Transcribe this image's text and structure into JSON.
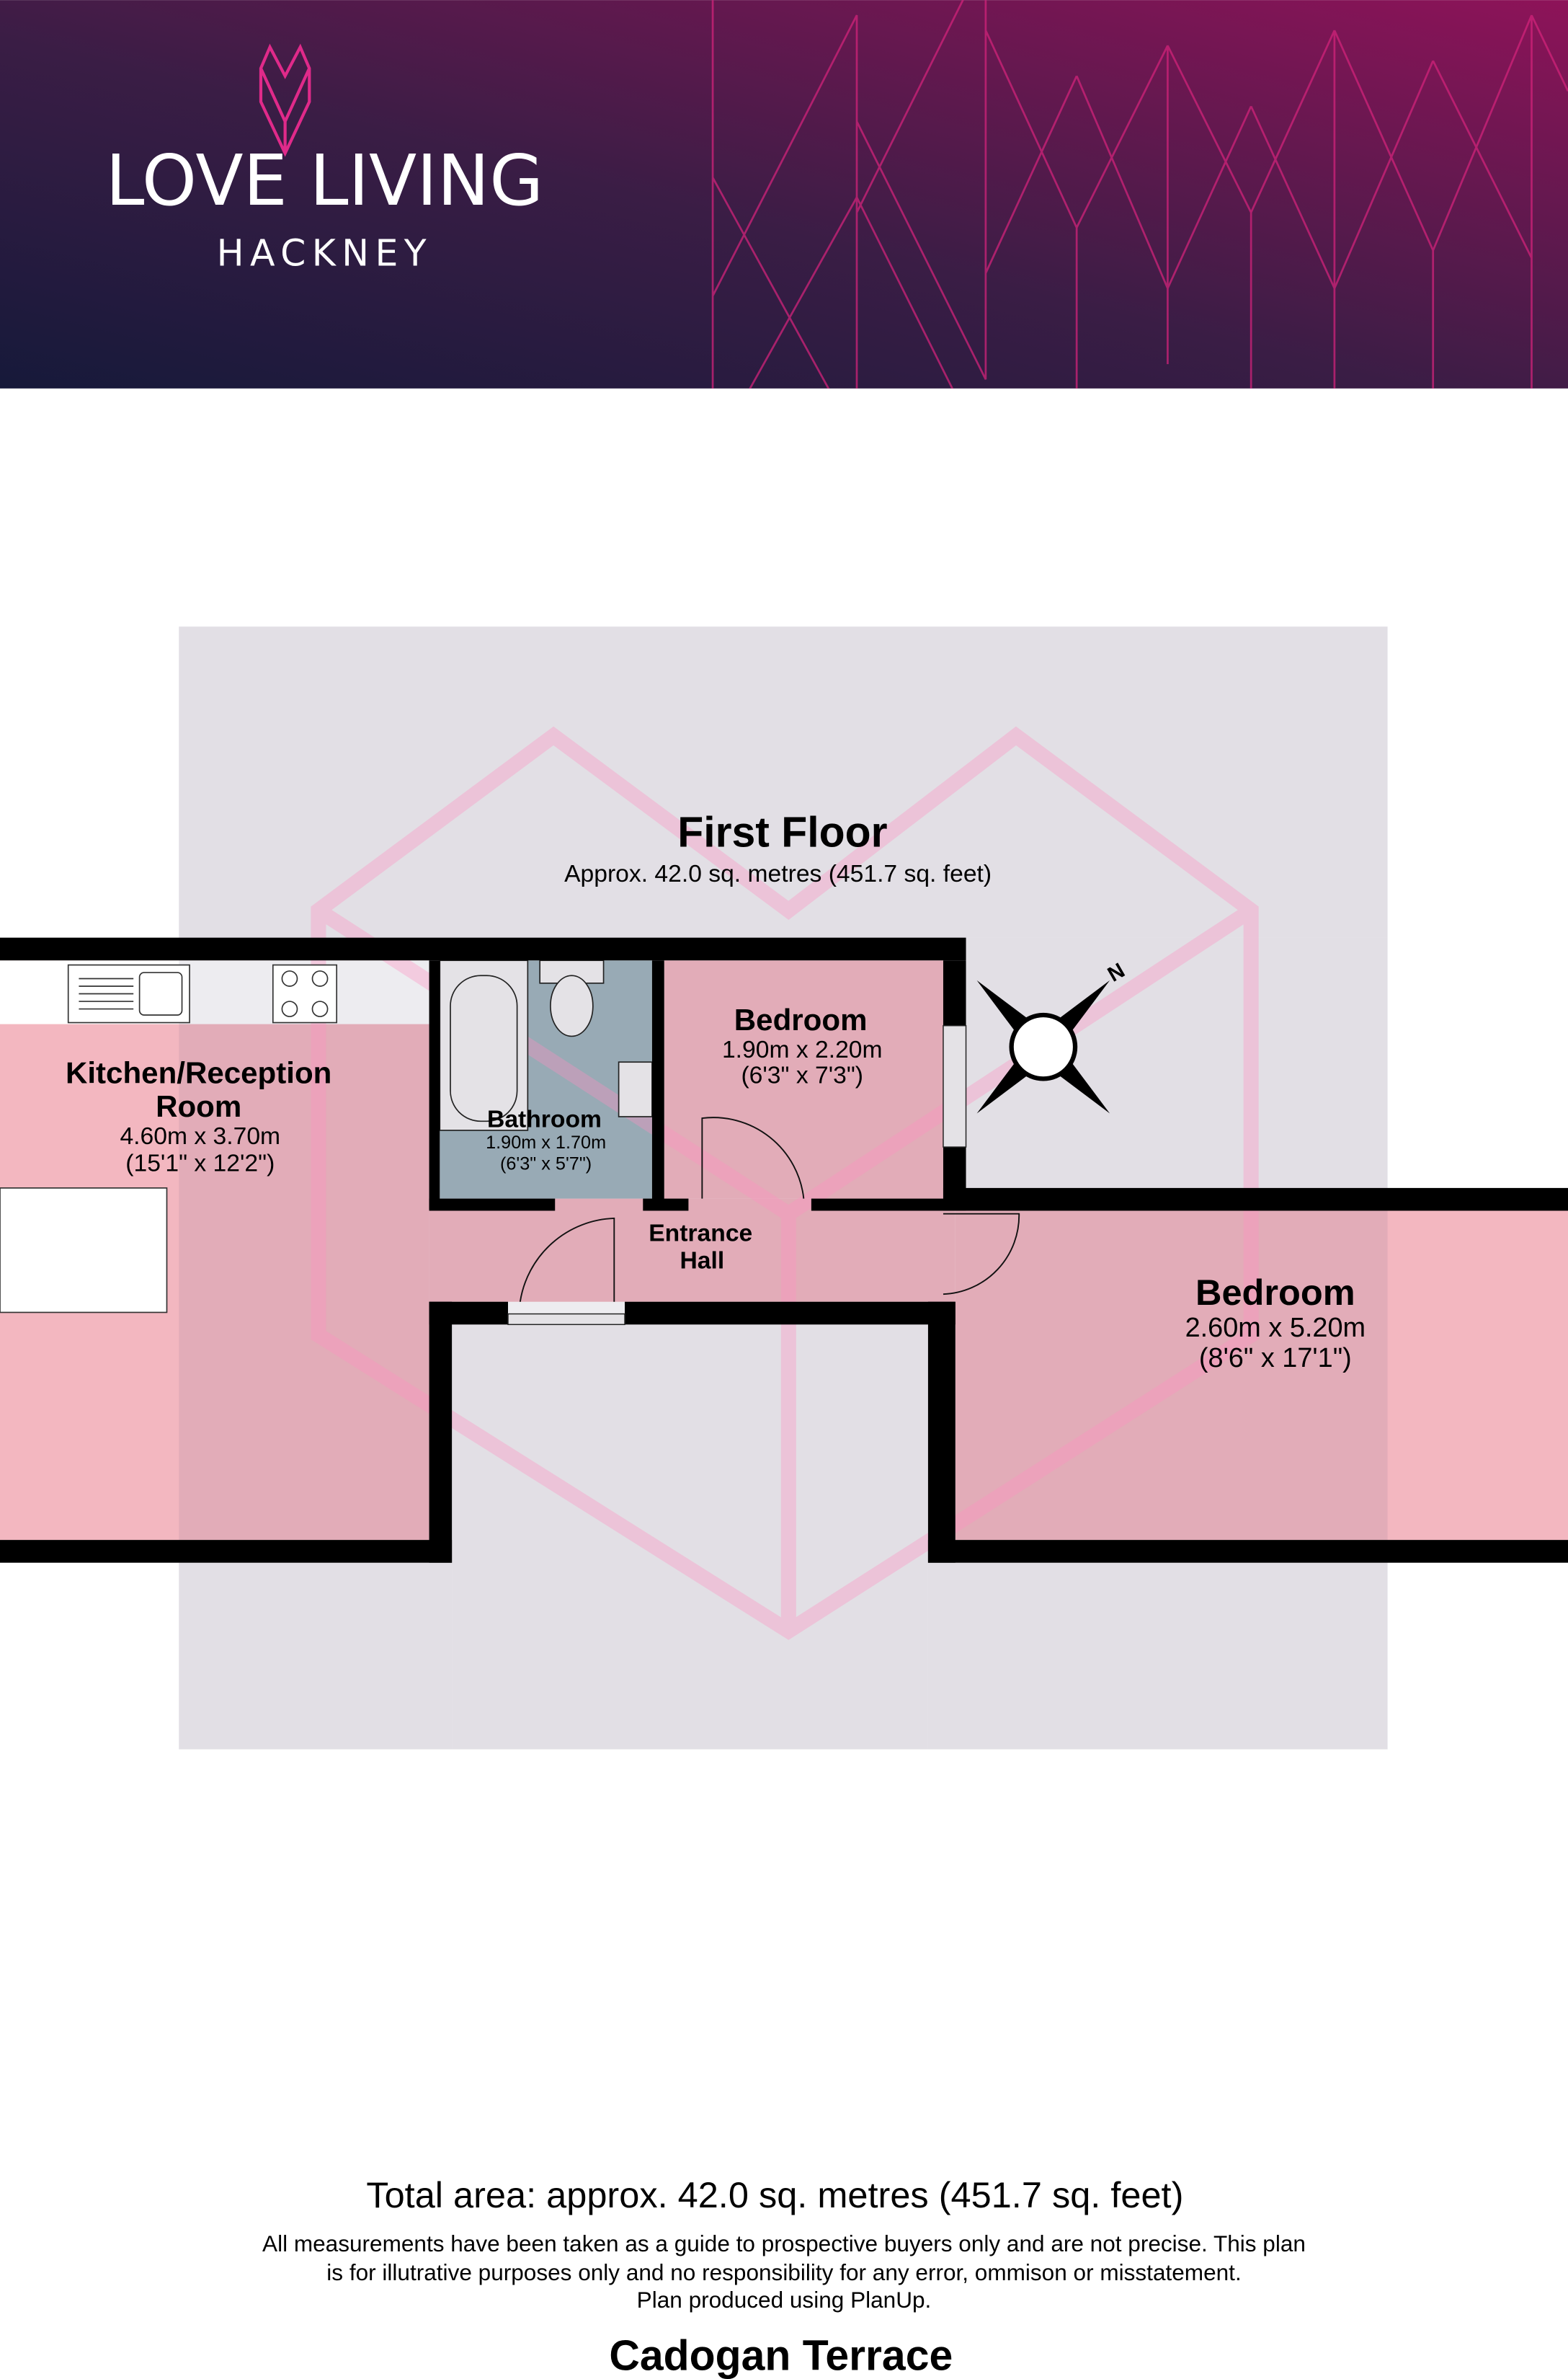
{
  "header": {
    "brand_line1": "LOVE LIVING",
    "brand_line2": "HACKNEY",
    "colors": {
      "dark": "#1c1a36",
      "magenta": "#8c1257",
      "line": "#d0237a"
    }
  },
  "plan": {
    "floor_title": "First Floor",
    "floor_area": "Approx. 42.0 sq. metres (451.7 sq. feet)",
    "compass_label": "N",
    "rooms": [
      {
        "name_line1": "Kitchen/Reception",
        "name_line2": "Room",
        "metric": "4.60m x 3.70m",
        "imperial": "(15'1\" x 12'2\")"
      },
      {
        "name_line1": "Bathroom",
        "metric": "1.90m x 1.70m",
        "imperial": "(6'3\" x 5'7\")"
      },
      {
        "name_line1": "Bedroom",
        "metric": "1.90m x 2.20m",
        "imperial": "(6'3\" x 7'3\")"
      },
      {
        "name_line1": "Entrance",
        "name_line2": "Hall"
      },
      {
        "name_line1": "Bedroom",
        "metric": "2.60m x 5.20m",
        "imperial": "(8'6\" x 17'1\")"
      }
    ],
    "colors": {
      "room": "#f3b7c0",
      "bathroom": "#9fb4bc",
      "wall": "#000000",
      "background": "#e2dfe5"
    }
  },
  "footer": {
    "total_area": "Total area: approx. 42.0 sq. metres (451.7 sq. feet)",
    "disclaimer_line1": "All measurements have been taken as a guide to prospective buyers only and are not precise. This plan",
    "disclaimer_line2": "is for illutrative purposes only and no responsibility for any error, ommison or misstatement.",
    "disclaimer_line3": "Plan produced using PlanUp.",
    "address": "Cadogan Terrace"
  }
}
